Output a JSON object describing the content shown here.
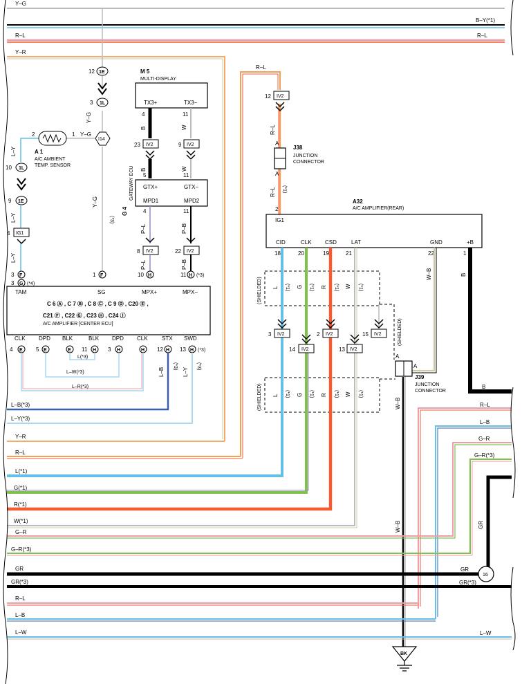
{
  "components": {
    "m5": {
      "code": "M 5",
      "name": "MULTI-DISPLAY",
      "pin_tx3p": "TX3+",
      "pin_tx3m": "TX3−",
      "pin4": "4",
      "pin11": "11"
    },
    "g4": {
      "code": "G 4",
      "name": "GATEWAY ECU",
      "gtxp": "GTX+",
      "gtxm": "GTX−",
      "mpd1": "MPD1",
      "mpd2": "MPD2",
      "pin5": "5",
      "pin11a": "11",
      "pin4": "4",
      "pin11b": "11"
    },
    "a1": {
      "code": "A 1",
      "name1": "A/C AMBIENT",
      "name2": "TEMP. SENSOR",
      "pin2": "2",
      "pin1": "1"
    },
    "j38": {
      "code": "J38",
      "name1": "JUNCTION",
      "name2": "CONNECTOR",
      "pin": "A"
    },
    "j39": {
      "code": "J39",
      "name1": "JUNCTION",
      "name2": "CONNECTOR",
      "pin": "A"
    },
    "a32": {
      "code": "A32",
      "name": "A/C AMPLIFIER(REAR)",
      "ig1": "IG1",
      "pin2": "2",
      "cid": "CID",
      "clk": "CLK",
      "csd": "CSD",
      "lat": "LAT",
      "gnd": "GND",
      "plusb": "+B",
      "p18": "18",
      "p20": "20",
      "p19": "19",
      "p21": "21",
      "p22": "22",
      "p1": "1"
    },
    "center": {
      "tam": "TAM",
      "sg": "SG",
      "mpxp": "MPX+",
      "mpxm": "MPX−",
      "line1": "C 6 Ⓐ , C 7 Ⓑ , C 8 Ⓒ , C 9 Ⓓ , C20 Ⓔ ,",
      "line2": "C21 Ⓕ , C22 Ⓖ , C23 Ⓗ , C24 Ⓘ",
      "name": "A/C AMPLIFIER [CENTER ECU]",
      "b_clk": "CLK",
      "b_dpd": "DPD",
      "b_blk": "BLK",
      "b_blk2": "BLK",
      "b_dpd2": "DPD",
      "b_clk2": "CLK",
      "b_stx": "STX",
      "b_swd": "SWD"
    },
    "bk": "BK",
    "n16": "16"
  },
  "connectors": {
    "iv2": "IV2",
    "ig1": "IG1",
    "c12_1e": "12",
    "c1e": "1E",
    "c3_1l": "3",
    "c1l": "1L",
    "i14": "I14",
    "c10_1l": "10",
    "c9_1e": "9",
    "c4_ig1": "4",
    "c12_iv2": "12",
    "c23": "23",
    "c9": "9",
    "c8": "8",
    "c22": "22",
    "c3f": "3",
    "cF": "F",
    "c3g": "3",
    "cG": "G",
    "g4note": "(*4)",
    "c1f": "1",
    "c10h": "10",
    "cH": "H",
    "c11h": "11",
    "h3note": "(*3)",
    "c3": "3",
    "c14": "14",
    "c2": "2",
    "c13": "13",
    "c15": "15",
    "b4": "4",
    "bE": "E",
    "b5": "5",
    "b11": "11",
    "b3": "3",
    "b12": "12",
    "b13": "13"
  },
  "wire_labels": {
    "yg": "Y–G",
    "by1": "B–Y(*1)",
    "rl": "R–L",
    "yr": "Y–R",
    "ly": "L–Y",
    "b": "B",
    "w": "W",
    "pl": "P–L",
    "pb": "P–B",
    "l": "L",
    "g": "G",
    "r": "R",
    "star1": "(*1)",
    "star3": "(*3)",
    "wb": "W–B",
    "shielded": "(SHIELDED)",
    "lb": "L–B",
    "lw": "L–W",
    "l3": "L(*3)",
    "lw3": "L–W(*3)",
    "lr3": "L–R(*3)",
    "lb3": "L–B(*3)",
    "ly3": "L–Y(*3)",
    "l1": "L(*1)",
    "g1": "G(*1)",
    "r1": "R(*1)",
    "w1": "W(*1)",
    "gr": "G–R",
    "gr3": "G–R(*3)",
    "grn": "GR",
    "grn3": "GR(*3)"
  },
  "colors": {
    "red": "#f25c35",
    "blue": "#66bfe6",
    "green": "#7fc24a",
    "orange": "#f1a15a",
    "pink": "#ef9ea8",
    "lightblue": "#a9d8f2",
    "violet": "#9a87c9"
  }
}
